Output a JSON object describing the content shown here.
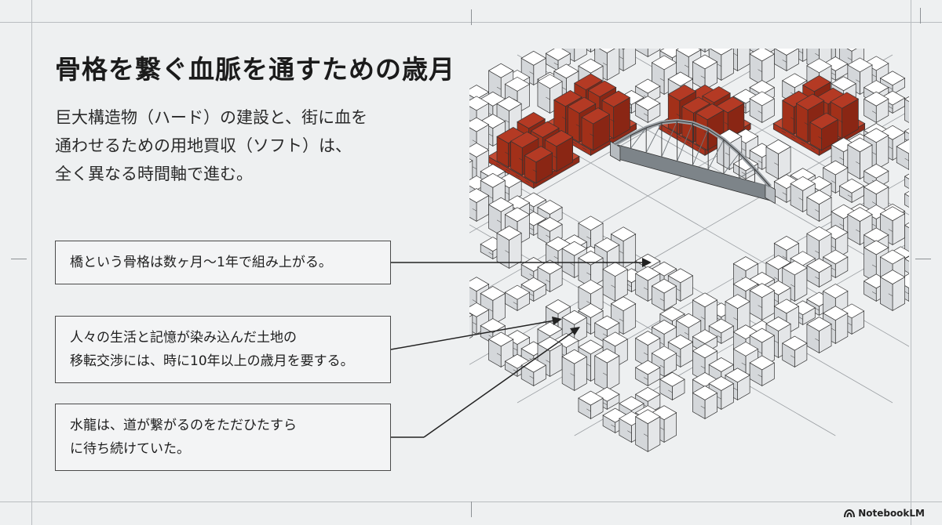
{
  "title": "骨格を繋ぐ血脈を通すための歳月",
  "lead": [
    "巨大構造物（ハード）の建設と、街に血を",
    "通わせるための用地買収（ソフト）は、",
    "全く異なる時間軸で進む。"
  ],
  "callouts": [
    {
      "lines": [
        "橋という骨格は数ヶ月〜1年で組み上がる。"
      ]
    },
    {
      "lines": [
        "人々の生活と記憶が染み込んだ土地の",
        "移転交渉には、時に10年以上の歳月を要する。"
      ]
    },
    {
      "lines": [
        "水龍は、道が繋がるのをただひたすら",
        "に待ち続けていた。"
      ]
    }
  ],
  "brand": "NotebookLM",
  "colors": {
    "background": "#eef0f1",
    "highlight_buildings": "#b43a24",
    "bridge": "#9aa0a5",
    "buildings": "#ffffff",
    "lines": "#333333"
  }
}
